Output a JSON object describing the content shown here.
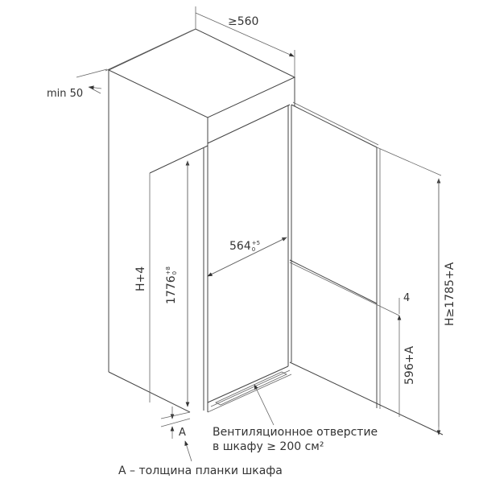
{
  "dimensions": {
    "width_top": "≥560",
    "min_gap": "min 50",
    "niche_width": "564",
    "niche_width_tol_upper": "+5",
    "niche_width_tol_lower": "0",
    "niche_height": "1776",
    "niche_height_tol_upper": "+8",
    "niche_height_tol_lower": "0",
    "panel_height": "H+4",
    "total_height": "H≥1785+A",
    "lower_door_height": "596+A",
    "door_gap": "4",
    "plinth": "A"
  },
  "notes": {
    "vent_line1": "Вентиляционное отверстие",
    "vent_line2": "в шкафу ≥ 200 см²",
    "legend": "A – толщина планки шкафа"
  }
}
